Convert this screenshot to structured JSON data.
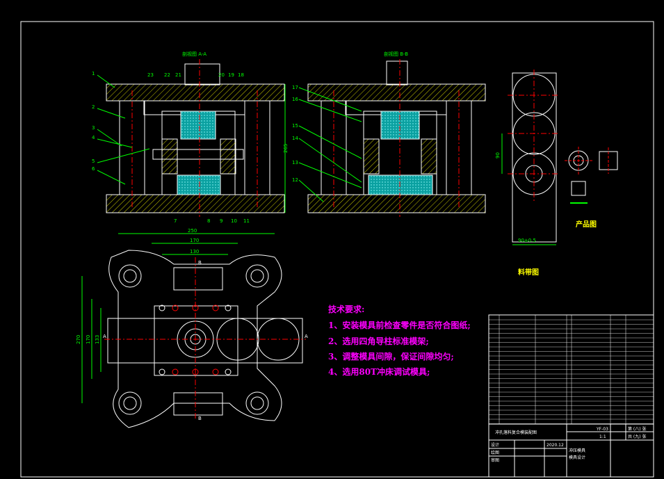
{
  "views": {
    "section_aa_title": "剖视图 A-A",
    "section_bb_title": "剖视图 B-B",
    "product_title": "产品图",
    "strip_title": "料带图"
  },
  "callouts_left": [
    "1",
    "2",
    "3",
    "4",
    "5",
    "6"
  ],
  "callouts_top": [
    "23",
    "22",
    "21",
    "20",
    "19",
    "18"
  ],
  "callouts_bottom": [
    "7",
    "8",
    "9",
    "10",
    "11"
  ],
  "callouts_right": [
    "17",
    "16",
    "15",
    "14",
    "13",
    "12"
  ],
  "dimensions": {
    "height_total": "265",
    "width_250": "250",
    "width_170": "170",
    "width_130": "130",
    "height_270": "270",
    "height_170": "170",
    "height_133": "133",
    "strip_pitch": "90",
    "strip_width": "90±0.5"
  },
  "section_marks": {
    "a": "A",
    "b": "B"
  },
  "tech_requirements": {
    "heading": "技术要求:",
    "items": [
      "1、安装模具前检查零件是否符合图纸;",
      "2、选用四角导柱标准模架;",
      "3、调整模具间隙，保证间隙均匀;",
      "4、选用80T冲床调试模具;"
    ]
  },
  "title_block": {
    "drawing_name": "冲孔落料复合模装配图",
    "designer_label": "设计",
    "drafter_label": "绘图",
    "checker_label": "审图",
    "date": "2020.12",
    "drawing_no": "YF-03",
    "scale": "1:1",
    "sheet_label": "第 (八) 张",
    "total_label": "共 (九) 张",
    "school": "冲压模具",
    "class_label": "模具设计"
  },
  "colors": {
    "background": "#000000",
    "structure": "#ffffff",
    "hatch": "#00ffff",
    "centerline": "#ff0000",
    "dimension": "#00ff00",
    "note": "#ff00ff",
    "caption": "#ffff00"
  }
}
